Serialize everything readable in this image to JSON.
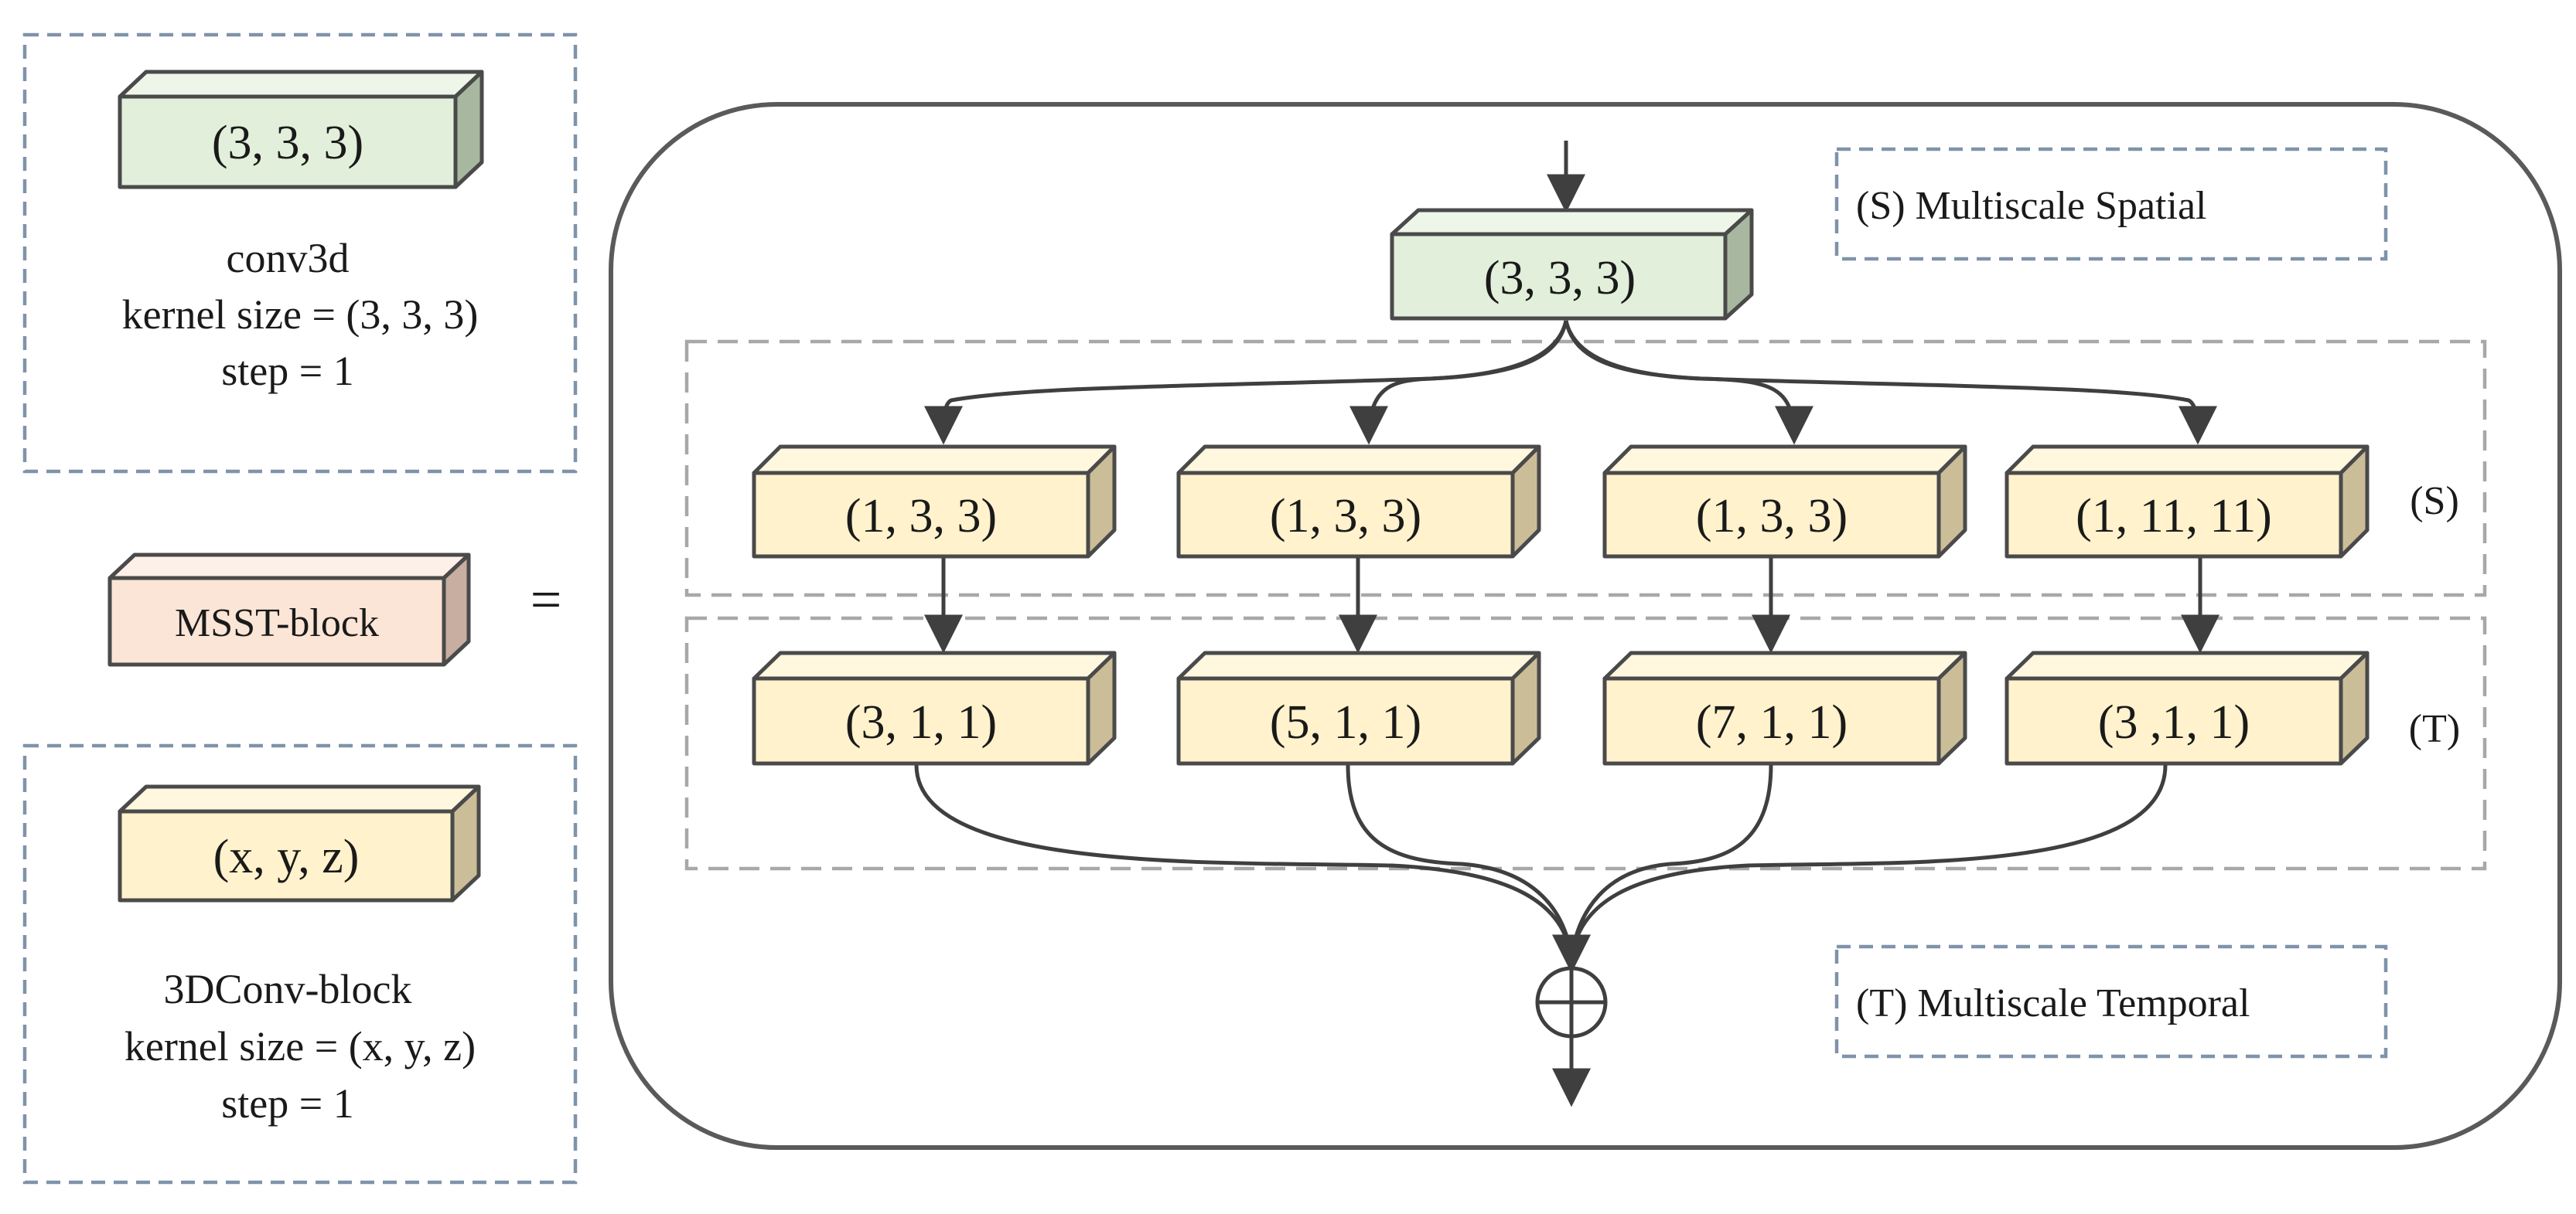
{
  "legend": {
    "conv3d": {
      "block_label": "(3, 3, 3)",
      "name": "conv3d",
      "kernel": "kernel size = (3, 3, 3)",
      "step": "step = 1"
    },
    "msst": {
      "block_label": "MSST-block",
      "equals": "="
    },
    "conv_block": {
      "block_label": "(x, y, z)",
      "name": "3DConv-block",
      "kernel": "kernel size = (x, y, z)",
      "step": "step = 1"
    }
  },
  "main": {
    "input_block": "(3, 3, 3)",
    "spatial_group_tag": "(S)",
    "temporal_group_tag": "(T)",
    "spatial_blocks": [
      "(1, 3, 3)",
      "(1, 3, 3)",
      "(1, 3, 3)",
      "(1, 11, 11)"
    ],
    "temporal_blocks": [
      "(3, 1, 1)",
      "(5, 1, 1)",
      "(7, 1, 1)",
      "(3 ,1, 1)"
    ],
    "sum_symbol": "⊕",
    "spatial_note": "(S)  Multiscale Spatial",
    "temporal_note": "(T)  Multiscale Temporal"
  },
  "colors": {
    "green_front": "#e2efda",
    "green_top": "#eef6e9",
    "green_side": "#a8b8a0",
    "yellow_front": "#fff2cc",
    "yellow_top": "#fff7de",
    "yellow_side": "#cbbd98",
    "pink_front": "#fbe5d6",
    "pink_top": "#fdf0e8",
    "pink_side": "#c7aea1",
    "outline": "#4a4a4a",
    "dash_blue": "#7f93aa",
    "dash_gray": "#a8a8a8"
  }
}
